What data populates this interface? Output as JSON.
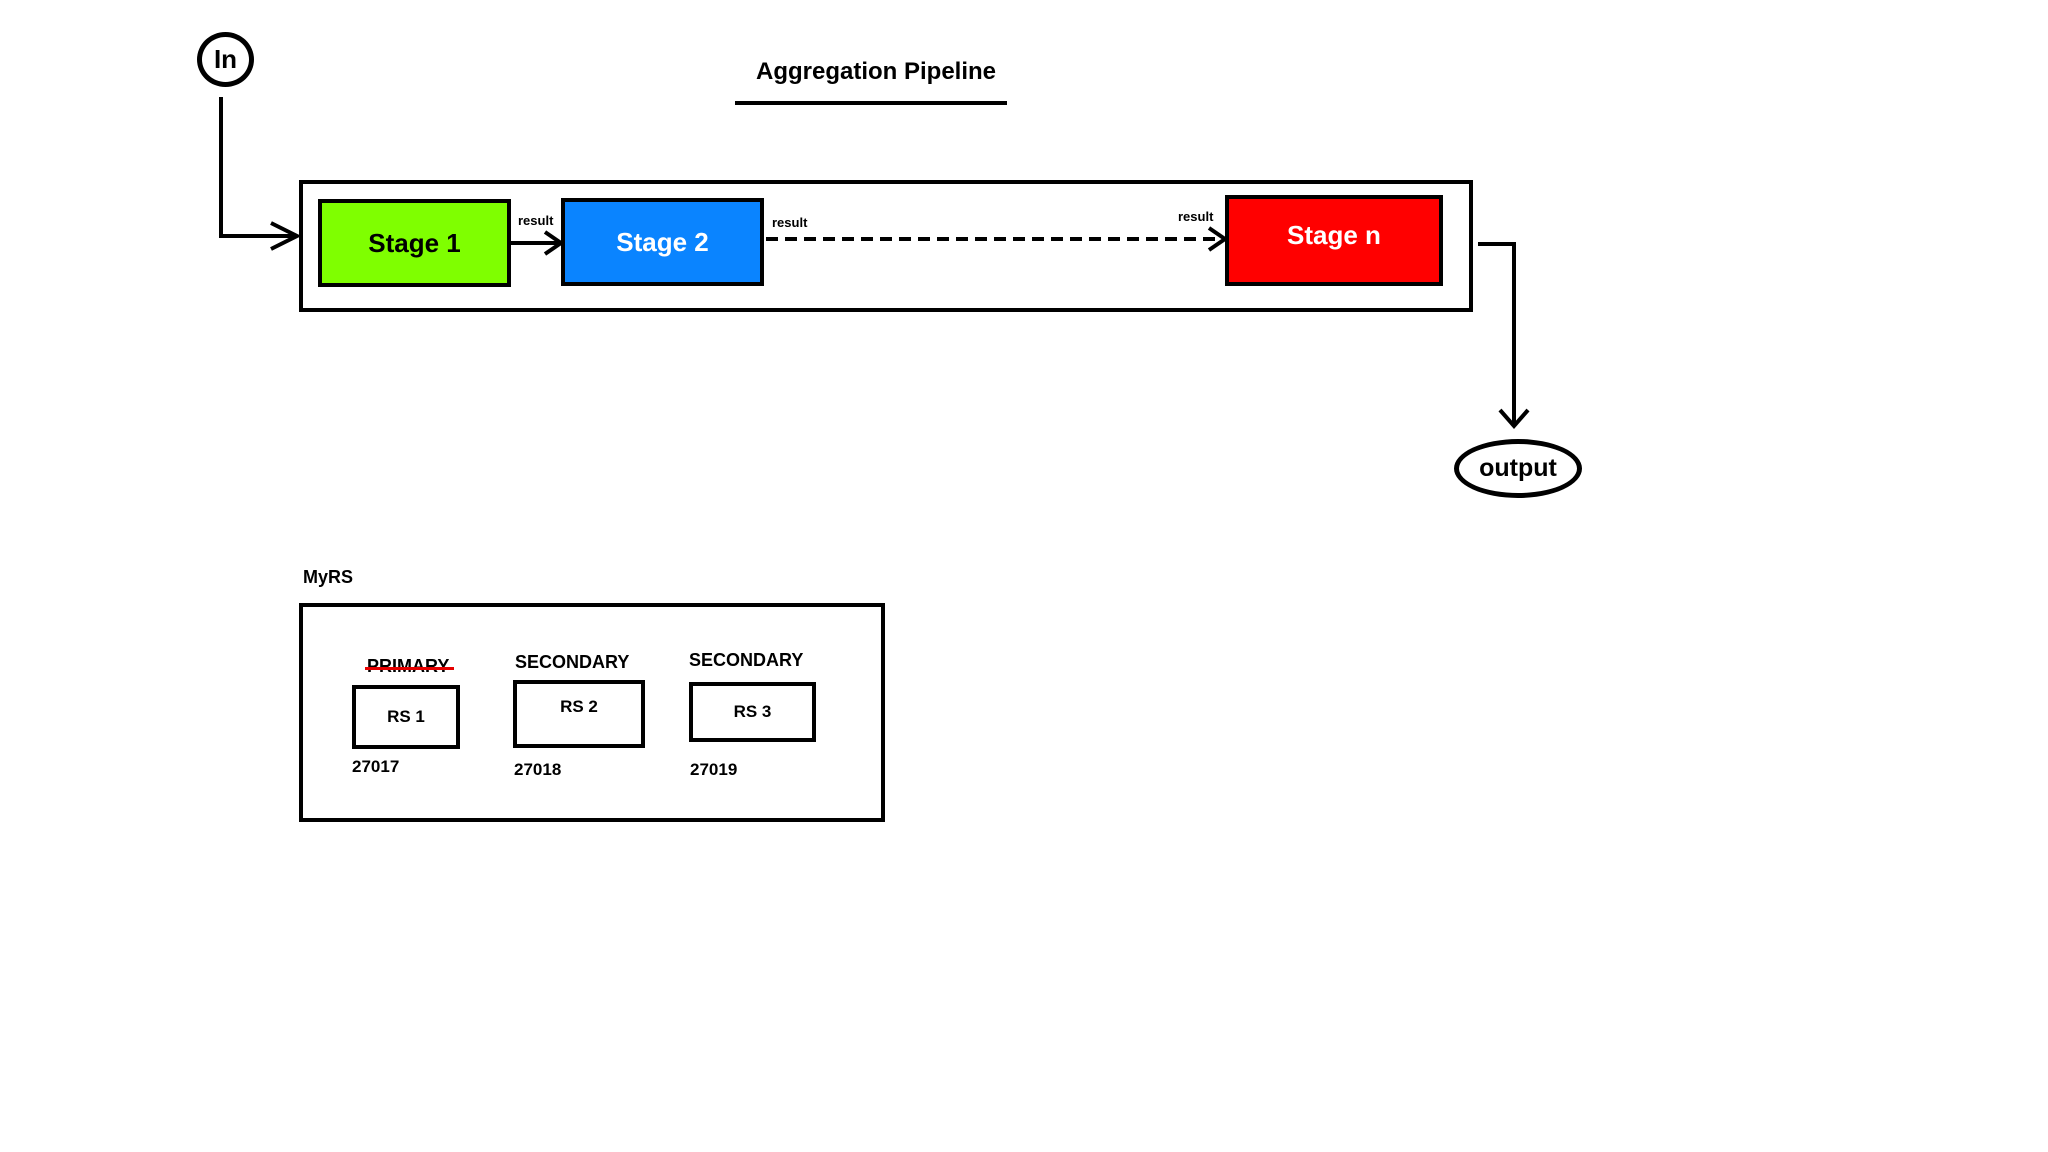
{
  "diagram": {
    "title": "Aggregation Pipeline",
    "input_label": "In",
    "output_label": "output",
    "stages": [
      {
        "label": "Stage 1",
        "color": "#7fff00"
      },
      {
        "label": "Stage 2",
        "color": "#0a84ff"
      },
      {
        "label": "Stage n",
        "color": "#ff0000"
      }
    ],
    "edge_labels": [
      "result",
      "result",
      "result"
    ],
    "replica_set": {
      "name": "MyRS",
      "members": [
        {
          "role": "PRIMARY",
          "role_struck_through": true,
          "label": "RS 1",
          "port": "27017"
        },
        {
          "role": "SECONDARY",
          "role_struck_through": false,
          "label": "RS 2",
          "port": "27018"
        },
        {
          "role": "SECONDARY",
          "role_struck_through": false,
          "label": "RS 3",
          "port": "27019"
        }
      ]
    },
    "colors": {
      "line": "#000000",
      "strike": "#e60000"
    }
  }
}
